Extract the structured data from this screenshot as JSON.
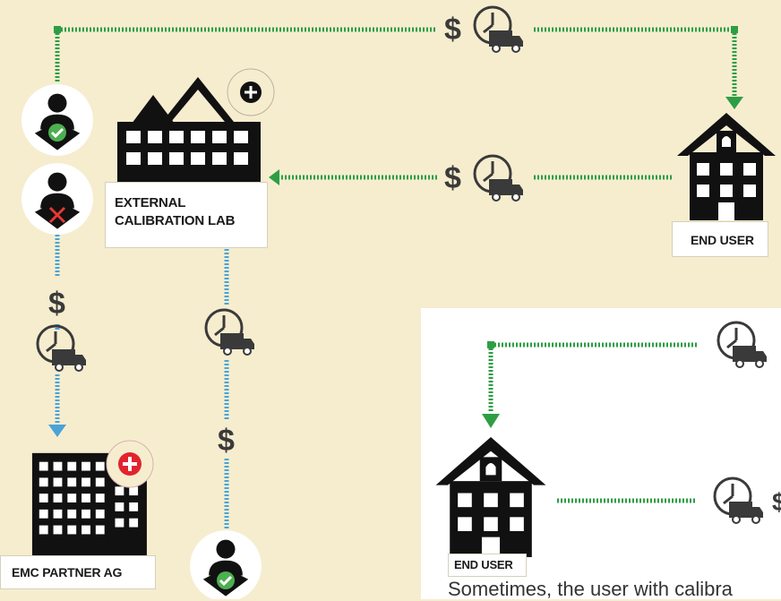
{
  "labels": {
    "external_lab": [
      "EXTERNAL",
      "CALIBRATION LAB"
    ],
    "end_user": "END USER",
    "end_user_2": "END USER",
    "emc": "EMC PARTNER AG"
  },
  "symbols": {
    "dollar": "$"
  },
  "caption": "Sometimes, the user with calibra",
  "colors": {
    "background": "#f6edcf",
    "green_arrow": "#2e9e45",
    "blue_arrow": "#4aa3d8",
    "icon_dark": "#2b2b2b",
    "badge_red": "#e2232f",
    "check_green": "#4caf50",
    "cross_red": "#e53935"
  },
  "icons": [
    "person-check-icon",
    "person-cross-icon",
    "clock-truck-icon",
    "building-icon",
    "house-icon",
    "accreditation-badge-icon"
  ]
}
